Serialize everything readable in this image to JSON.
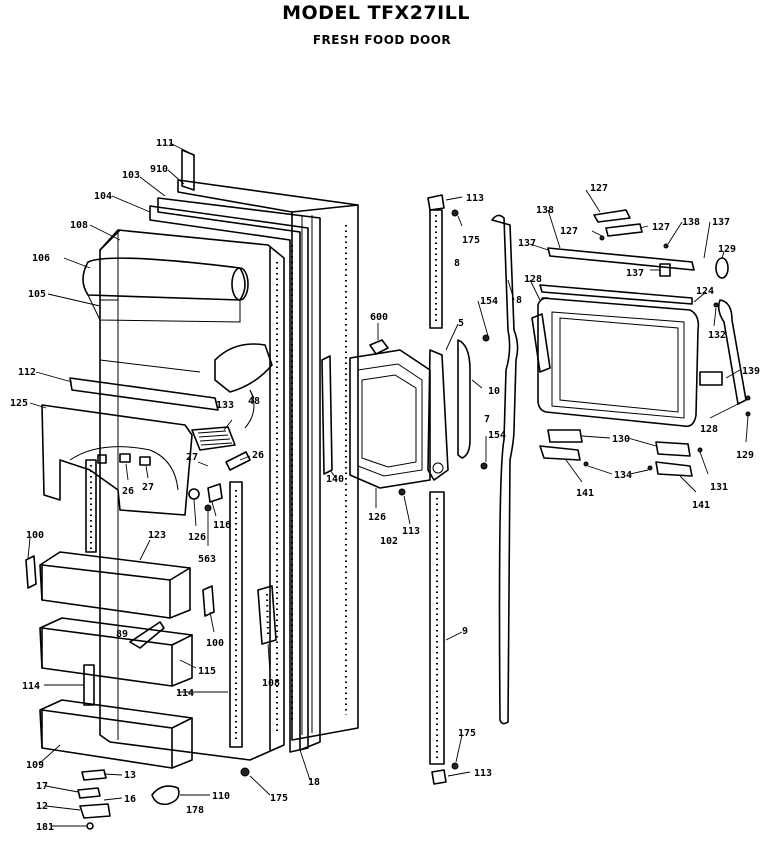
{
  "header": {
    "model": "MODEL TFX27ILL",
    "section": "FRESH FOOD DOOR"
  },
  "callouts": {
    "c111": "111",
    "c910": "910",
    "c103": "103",
    "c104": "104",
    "c108": "108",
    "c106": "106",
    "c105": "105",
    "c112": "112",
    "c125": "125",
    "c133": "133",
    "c48": "48",
    "c27a": "27",
    "c26a": "26",
    "c26b": "26",
    "c27b": "27",
    "c126a": "126",
    "c116": "116",
    "c563": "563",
    "c100a": "100",
    "c123": "123",
    "c89": "89",
    "c100b": "100",
    "c115": "115",
    "c114a": "114",
    "c114b": "114",
    "c108b": "108",
    "c109": "109",
    "c13": "13",
    "c17": "17",
    "c16": "16",
    "c12": "12",
    "c181": "181",
    "c110": "110",
    "c178": "178",
    "c175a": "175",
    "c18": "18",
    "c600": "600",
    "c140": "140",
    "c126b": "126",
    "c113a": "113",
    "c102": "102",
    "c5": "5",
    "c113b": "113",
    "c175b": "175",
    "c8a": "8",
    "c154a": "154",
    "c10": "10",
    "c7": "7",
    "c154b": "154",
    "c8b": "8",
    "c9": "9",
    "c175c": "175",
    "c113c": "113",
    "c127a": "127",
    "c138a": "138",
    "c127b": "127",
    "c127c": "127",
    "c138b": "138",
    "c137a": "137",
    "c137b": "137",
    "c137c": "137",
    "c128a": "128",
    "c124": "124",
    "c129a": "129",
    "c132": "132",
    "c139": "139",
    "c128b": "128",
    "c129b": "129",
    "c130": "130",
    "c134": "134",
    "c131": "131",
    "c141a": "141",
    "c141b": "141"
  }
}
